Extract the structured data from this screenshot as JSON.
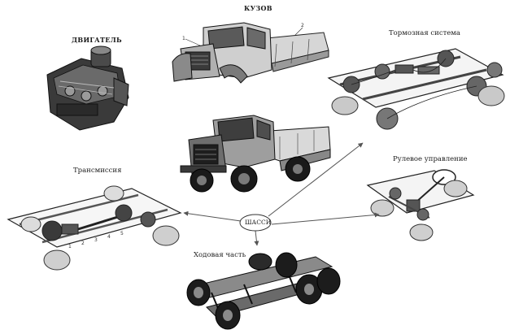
{
  "labels": {
    "body": "КУЗОВ",
    "engine": "ДВИГАТЕЛЬ",
    "brakes": "Тормозная система",
    "transmission": "Трансмиссия",
    "steering": "Рулевое управление",
    "running_gear": "Ходовая часть",
    "chassis": "ШАССИ"
  },
  "callouts": {
    "body_1": "1",
    "body_2": "2",
    "trans_1": "1",
    "trans_2": "2",
    "trans_3": "3",
    "trans_4": "4",
    "trans_5": "5"
  },
  "colors": {
    "ink": "#1a1a1a",
    "dark": "#2b2b2b",
    "mid": "#6e6e6e",
    "light": "#b9b9b9",
    "paper": "#ffffff"
  }
}
